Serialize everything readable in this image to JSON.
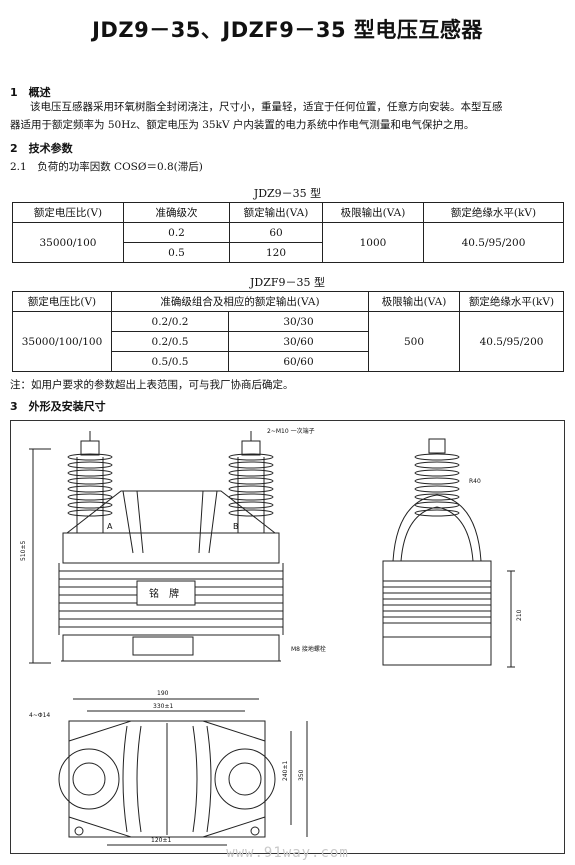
{
  "title": "JDZ9－35、JDZF9－35 型电压互感器",
  "s1": {
    "heading": "1　概述",
    "line1": "该电压互感器采用环氧树脂全封闭浇注，尺寸小，重量轻，适宜于任何位置，任意方向安装。本型互感",
    "line2": "器适用于额定频率为 50Hz、额定电压为 35kV 户内装置的电力系统中作电气测量和电气保护之用。"
  },
  "s2": {
    "heading": "2　技术参数",
    "line1": "2.1　负荷的功率因数 COSØ＝0.8(滞后)"
  },
  "table1": {
    "caption": "JDZ9－35 型",
    "headers": [
      "额定电压比(V)",
      "准确级次",
      "额定输出(VA)",
      "极限输出(VA)",
      "额定绝缘水平(kV)"
    ],
    "ratio": "35000/100",
    "rows": [
      {
        "acc": "0.2",
        "out": "60"
      },
      {
        "acc": "0.5",
        "out": "120"
      }
    ],
    "limit": "1000",
    "insulation": "40.5/95/200"
  },
  "table2": {
    "caption": "JDZF9－35 型",
    "headers": [
      "额定电压比(V)",
      "准确级组合及相应的额定输出(VA)",
      "极限输出(VA)",
      "额定绝缘水平(kV)"
    ],
    "ratio": "35000/100/100",
    "rows": [
      {
        "combo": "0.2/0.2",
        "out": "30/30"
      },
      {
        "combo": "0.2/0.5",
        "out": "30/60"
      },
      {
        "combo": "0.5/0.5",
        "out": "60/60"
      }
    ],
    "limit": "500",
    "insulation": "40.5/95/200"
  },
  "note": "注：如用户要求的参数超出上表范围，可与我厂协商后确定。",
  "s3": {
    "heading": "3　外形及安装尺寸"
  },
  "drawing": {
    "label_a": "A",
    "label_b": "B",
    "nameplate": "铭　牌",
    "terminal": "2~M10\n一次端子",
    "bolt": "M8\n接地螺栓",
    "dims": {
      "height_left": "510±5",
      "width_190": "190",
      "width_330": "330±1",
      "width_120": "120±1",
      "dim_240": "240±1",
      "dim_350": "350",
      "dim_210": "210",
      "dim_4phi14": "4~Φ14",
      "r_marks": "R40"
    }
  },
  "watermark": "www.91way.com"
}
